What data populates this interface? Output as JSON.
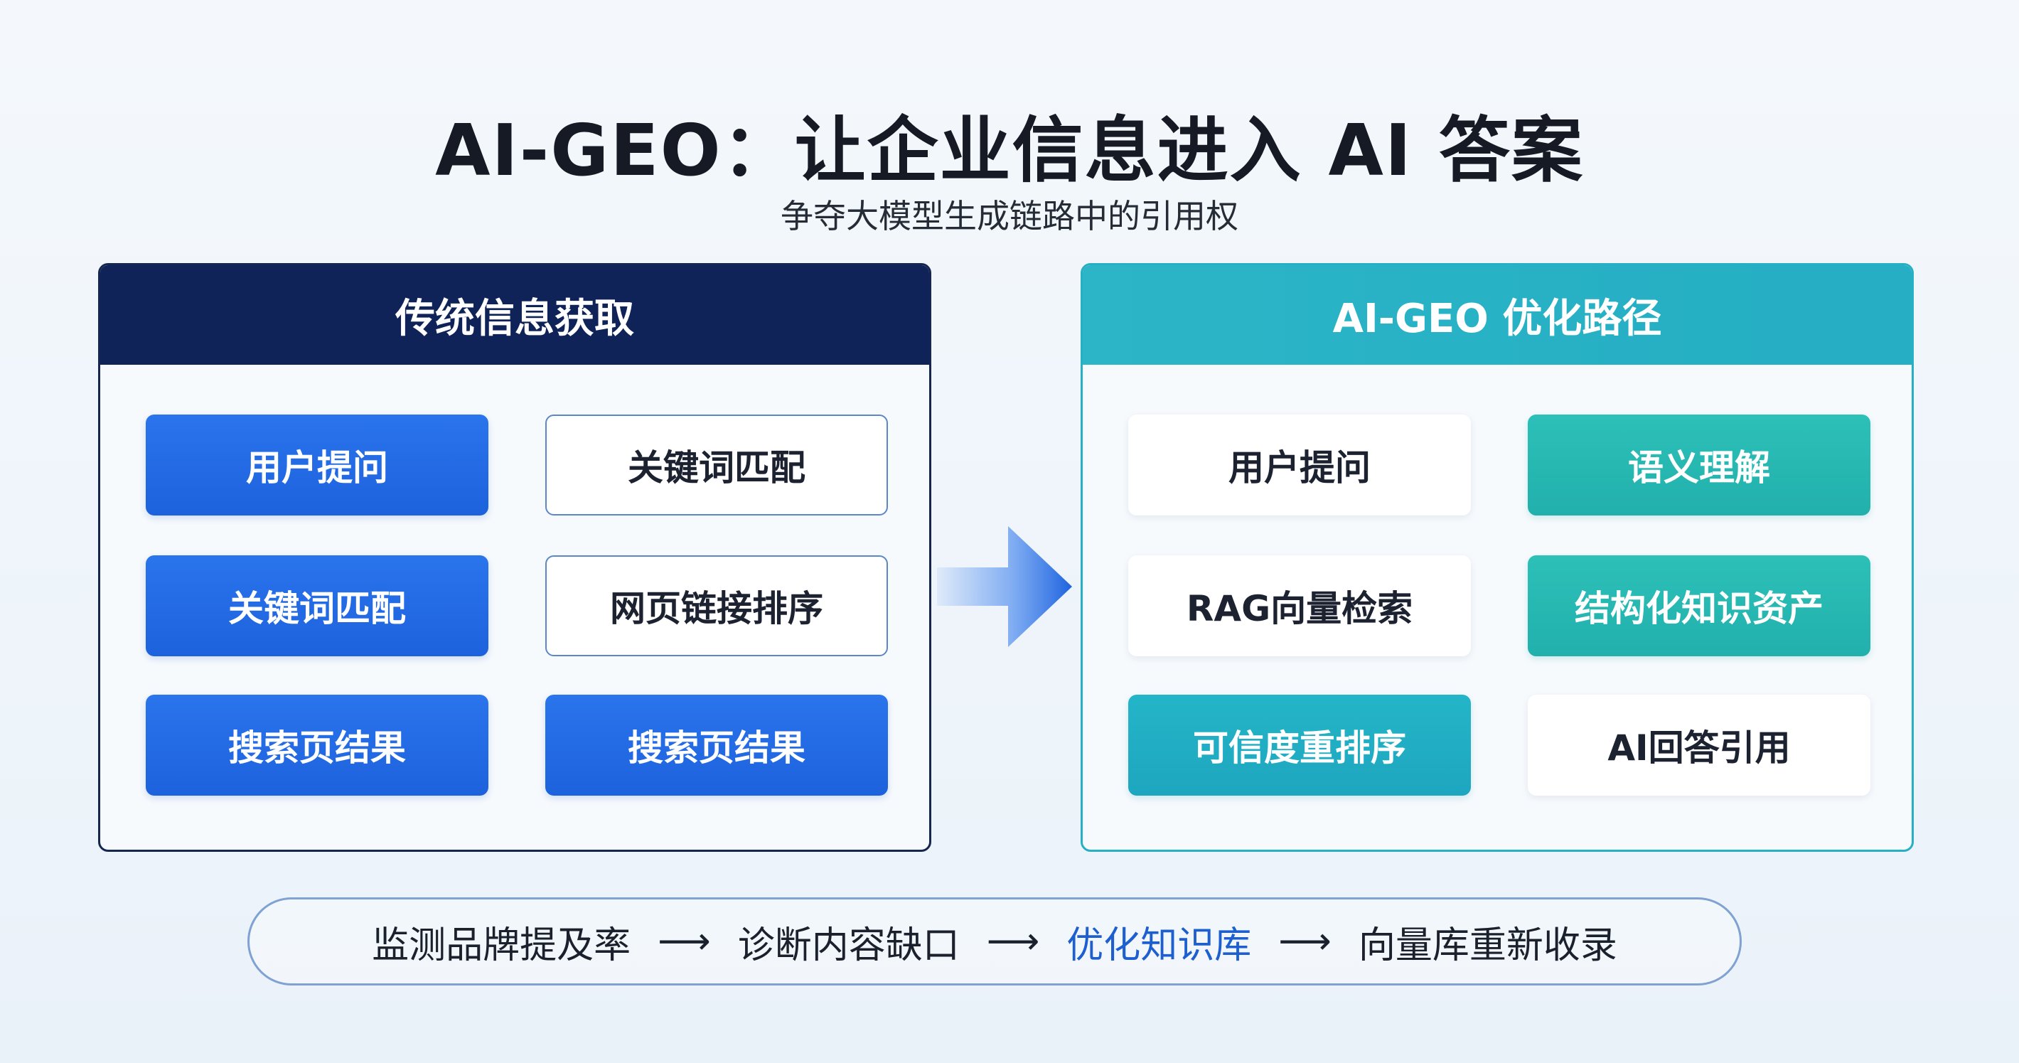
{
  "title": "AI-GEO：让企业信息进入 AI 答案",
  "subtitle": "争夺大模型生成链路中的引用权",
  "left_panel": {
    "header": "传统信息获取",
    "boxes": [
      "用户提问",
      "关键词匹配",
      "关键词匹配",
      "网页链接排序",
      "搜索页结果",
      "搜索页结果"
    ]
  },
  "right_panel": {
    "header": "AI-GEO 优化路径",
    "boxes": [
      "用户提问",
      "语义理解",
      "RAG向量检索",
      "结构化知识资产",
      "可信度重排序",
      "AI回答引用"
    ]
  },
  "bottom_flow": {
    "steps": [
      "监测品牌提及率",
      "诊断内容缺口",
      "优化知识库",
      "向量库重新收录"
    ],
    "arrow": "⟶"
  },
  "colors": {
    "navy": "#0f2358",
    "blue": "#1d62dd",
    "teal": "#22b0ac",
    "highlight": "#1e5fd0"
  }
}
